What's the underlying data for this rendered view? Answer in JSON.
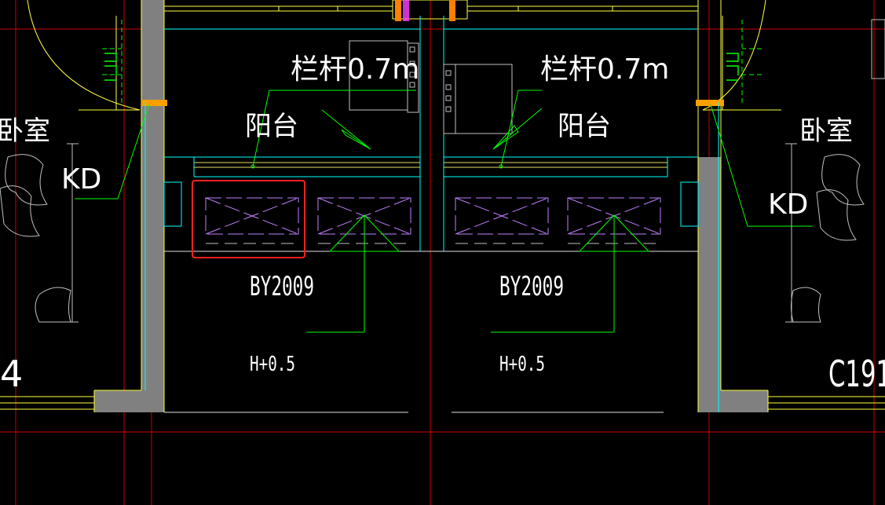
{
  "drawing": {
    "left_room_label": "卧室",
    "right_room_label": "卧室",
    "left_kd_label": "KD",
    "right_kd_label": "KD",
    "left_balcony_label": "阳台",
    "right_balcony_label": "阳台",
    "left_railing_label": "栏杆0.7m",
    "right_railing_label": "栏杆0.7m",
    "left_unit_code": "BY2009",
    "right_unit_code": "BY2009",
    "left_height_label": "H+0.5",
    "right_height_label": "H+0.5",
    "left_edge_text": "4",
    "right_edge_text": "C191"
  },
  "colors": {
    "background": "#000000",
    "grid_red": "#d00000",
    "wall_yellow": "#ffff40",
    "leader_green": "#00ff00",
    "cyan": "#00ffff",
    "purple": "#c080ff",
    "wall_fill": "#808080",
    "highlight": "#ff2020",
    "text": "#ffffff"
  }
}
